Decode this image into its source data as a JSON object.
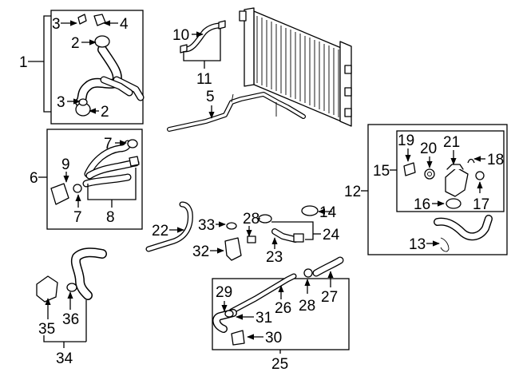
{
  "callouts": {
    "c1": "1",
    "c2a": "2",
    "c2b": "2",
    "c3a": "3",
    "c3b": "3",
    "c4": "4",
    "c5": "5",
    "c6": "6",
    "c7a": "7",
    "c7b": "7",
    "c8": "8",
    "c9": "9",
    "c10": "10",
    "c11": "11",
    "c12": "12",
    "c13": "13",
    "c14": "14",
    "c15": "15",
    "c16": "16",
    "c17": "17",
    "c18": "18",
    "c19": "19",
    "c20": "20",
    "c21": "21",
    "c22": "22",
    "c23": "23",
    "c24": "24",
    "c25": "25",
    "c26": "26",
    "c27": "27",
    "c28a": "28",
    "c28b": "28",
    "c29": "29",
    "c30": "30",
    "c31": "31",
    "c32": "32",
    "c33": "33",
    "c34": "34",
    "c35": "35",
    "c36": "36"
  }
}
